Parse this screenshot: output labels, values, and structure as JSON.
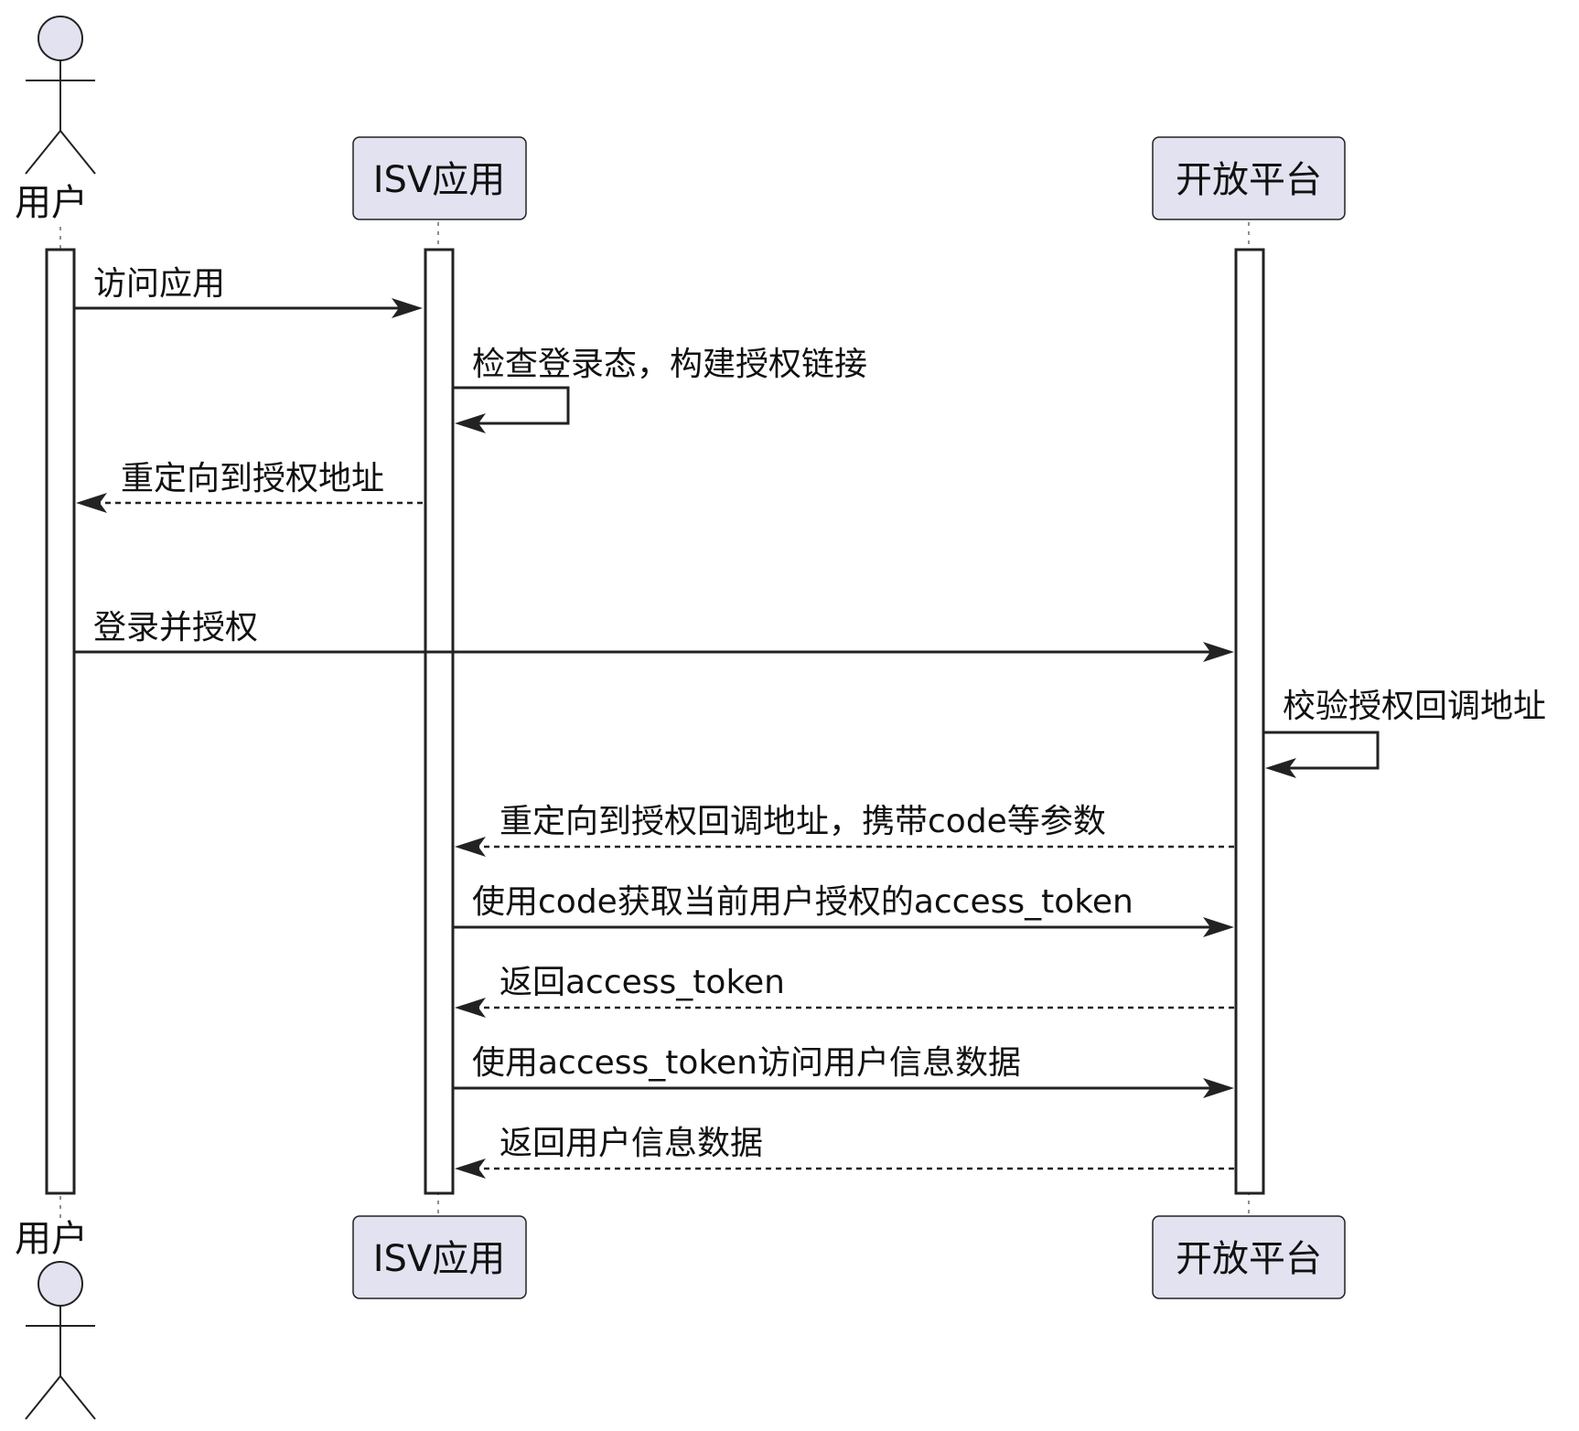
{
  "actor": {
    "name": "用户"
  },
  "participants": [
    {
      "name": "ISV应用"
    },
    {
      "name": "开放平台"
    }
  ],
  "messages": [
    {
      "from": "用户",
      "to": "ISV应用",
      "text": "访问应用",
      "style": "solid"
    },
    {
      "from": "ISV应用",
      "to": "ISV应用",
      "text": "检查登录态，构建授权链接",
      "style": "solid"
    },
    {
      "from": "ISV应用",
      "to": "用户",
      "text": "重定向到授权地址",
      "style": "dashed"
    },
    {
      "from": "用户",
      "to": "开放平台",
      "text": "登录并授权",
      "style": "solid"
    },
    {
      "from": "开放平台",
      "to": "开放平台",
      "text": "校验授权回调地址",
      "style": "solid"
    },
    {
      "from": "开放平台",
      "to": "ISV应用",
      "text": "重定向到授权回调地址，携带code等参数",
      "style": "dashed"
    },
    {
      "from": "ISV应用",
      "to": "开放平台",
      "text": "使用code获取当前用户授权的access_token",
      "style": "solid"
    },
    {
      "from": "开放平台",
      "to": "ISV应用",
      "text": "返回access_token",
      "style": "dashed"
    },
    {
      "from": "ISV应用",
      "to": "开放平台",
      "text": "使用access_token访问用户信息数据",
      "style": "solid"
    },
    {
      "from": "开放平台",
      "to": "ISV应用",
      "text": "返回用户信息数据",
      "style": "dashed"
    }
  ],
  "colors": {
    "participant_fill": "#e2e2f0",
    "line": "#222222"
  }
}
